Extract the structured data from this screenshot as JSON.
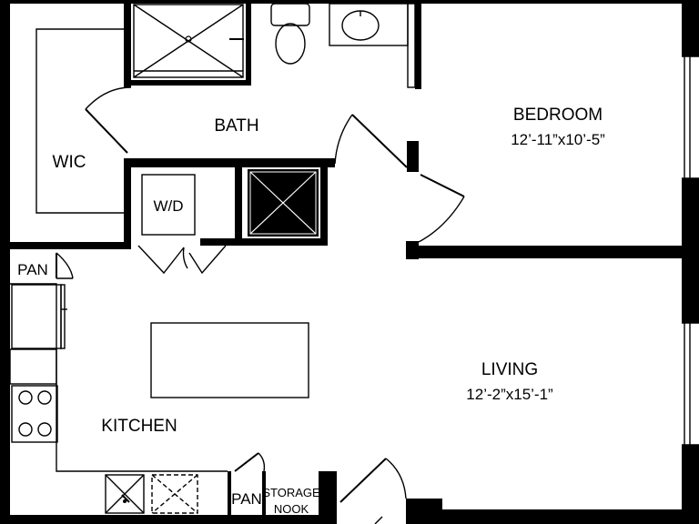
{
  "rooms": {
    "bedroom": {
      "name": "BEDROOM",
      "dims": "12’-11”x10’-5”"
    },
    "living": {
      "name": "LIVING",
      "dims": "12’-2”x15’-1”"
    },
    "bath": {
      "name": "BATH"
    },
    "wic": {
      "name": "WIC"
    },
    "kitchen": {
      "name": "KITCHEN"
    }
  },
  "fixtures": {
    "wd": "W/D",
    "pan_top": "PAN",
    "pan_bottom": "PAN",
    "storage_line1": "STORAGE",
    "storage_line2": "NOOK"
  },
  "colors": {
    "wall": "#000000",
    "background": "#ffffff"
  }
}
